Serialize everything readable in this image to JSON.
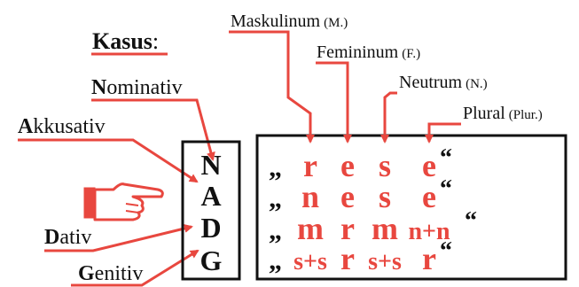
{
  "title": {
    "bold": "Kasus",
    "rest": ":"
  },
  "cases": [
    {
      "initial": "N",
      "rest": "ominativ",
      "letter": "N"
    },
    {
      "initial": "A",
      "rest": "kkusativ",
      "letter": "A"
    },
    {
      "initial": "D",
      "rest": "ativ",
      "letter": "D"
    },
    {
      "initial": "G",
      "rest": "enitiv",
      "letter": "G"
    }
  ],
  "genders": [
    {
      "name": "Maskulinum",
      "abbr": "(M.)"
    },
    {
      "name": "Femininum",
      "abbr": "(F.)"
    },
    {
      "name": "Neutrum",
      "abbr": "(N.)"
    },
    {
      "name": "Plural",
      "abbr": "(Plur.)"
    }
  ],
  "endings": [
    [
      "r",
      "e",
      "s",
      "e"
    ],
    [
      "n",
      "e",
      "s",
      "e"
    ],
    [
      "m",
      "r",
      "m",
      "n+n"
    ],
    [
      "s+s",
      "r",
      "s+s",
      "r"
    ]
  ],
  "quote_open": "„",
  "quote_close": "“",
  "hand_icon": "pointing-hand-icon",
  "colors": {
    "accent": "#e8473f",
    "ink": "#111111"
  }
}
